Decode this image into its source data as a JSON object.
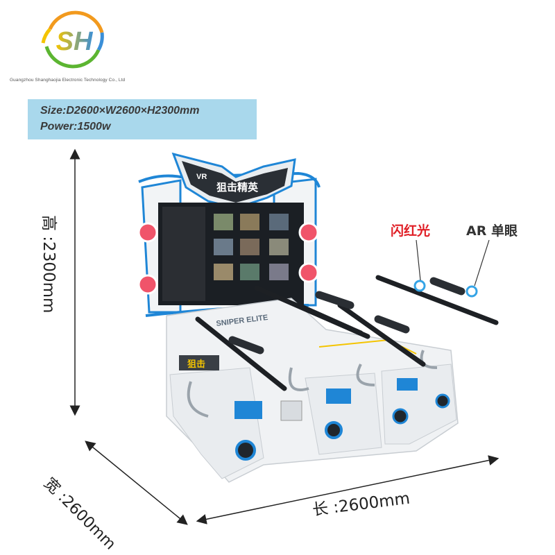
{
  "logo": {
    "text": "SH"
  },
  "company_name": "Guangzhou Shanghaojia Electronic Technology Co., Ltd",
  "specs": {
    "size": "Size:D2600×W2600×H2300mm",
    "power": "Power:1500w"
  },
  "dimensions": {
    "height": "高 :2300mm",
    "width": "宽 :2600mm",
    "length": "长 :2600mm"
  },
  "callouts": {
    "red_light": "闪红光",
    "ar_monocular": "AR 单眼"
  },
  "machine": {
    "vr_tag": "VR",
    "marquee": "狙击精英",
    "console_title": "SNIPER ELITE",
    "side_title": "狙击"
  },
  "colors": {
    "spec_box": "#a9d8ec",
    "accent_blue": "#1f86d6",
    "callout_red": "#e01f26",
    "logo_orange": "#f29a1e",
    "logo_yellow": "#f4c400",
    "logo_green": "#5cb531",
    "logo_blue": "#3a8fd8"
  }
}
